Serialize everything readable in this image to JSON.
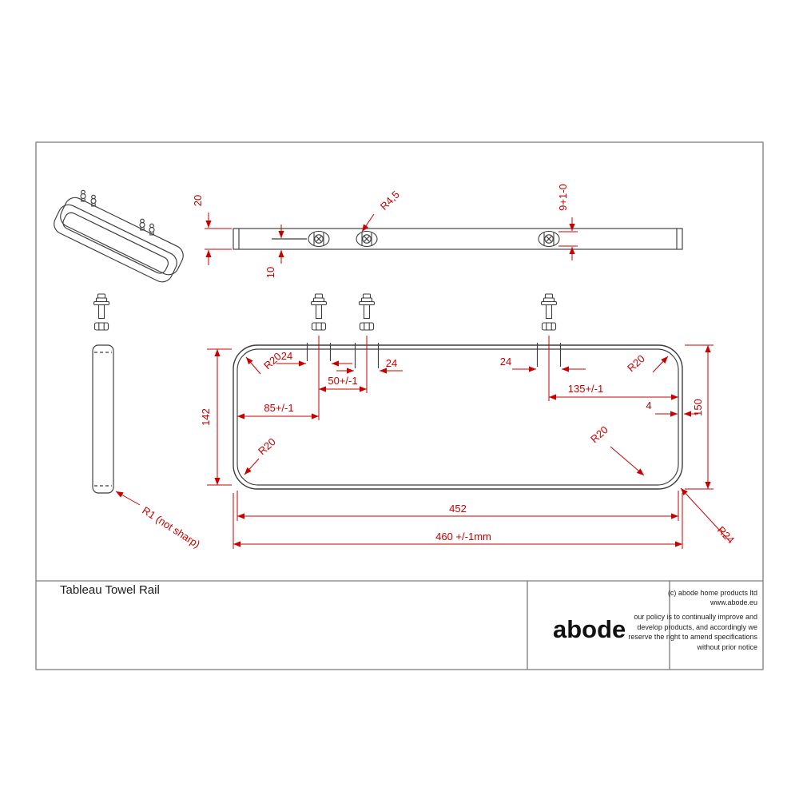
{
  "title_block": {
    "drawing_title": "Tableau Towel Rail",
    "brand_logo": "abode",
    "copyright_line1": "(c) abode home products ltd",
    "copyright_line2": "www.abode.eu",
    "policy_notice": "our policy is to continually improve and develop products, and accordingly we reserve the right to amend specifications without prior notice"
  },
  "dimensions": {
    "front": {
      "bar_height": "20",
      "hole_offset": "10",
      "screw_radius": "R4,5",
      "hole_diameter": "9+1-0"
    },
    "plan": {
      "stud_width_left": "24",
      "stud_width_mid": "24",
      "stud_width_right": "24",
      "stud_spacing": "50+/-1",
      "left_stud_offset": "85+/-1",
      "right_stud_offset": "135+/-1",
      "wall_thickness": "4",
      "inner_height": "142",
      "outer_height": "150",
      "inner_width": "452",
      "outer_width": "460 +/-1mm",
      "corner_radius_tl": "R20",
      "corner_radius_tr": "R20",
      "corner_radius_bl": "R20",
      "corner_radius_br": "R20",
      "outer_corner_radius": "R24"
    },
    "side": {
      "edge_radius": "R1 (not sharp)"
    }
  },
  "colors": {
    "dimension_red": "#c80000",
    "line_ink": "#3c3c3c",
    "frame_gray": "#7d7d7d"
  }
}
